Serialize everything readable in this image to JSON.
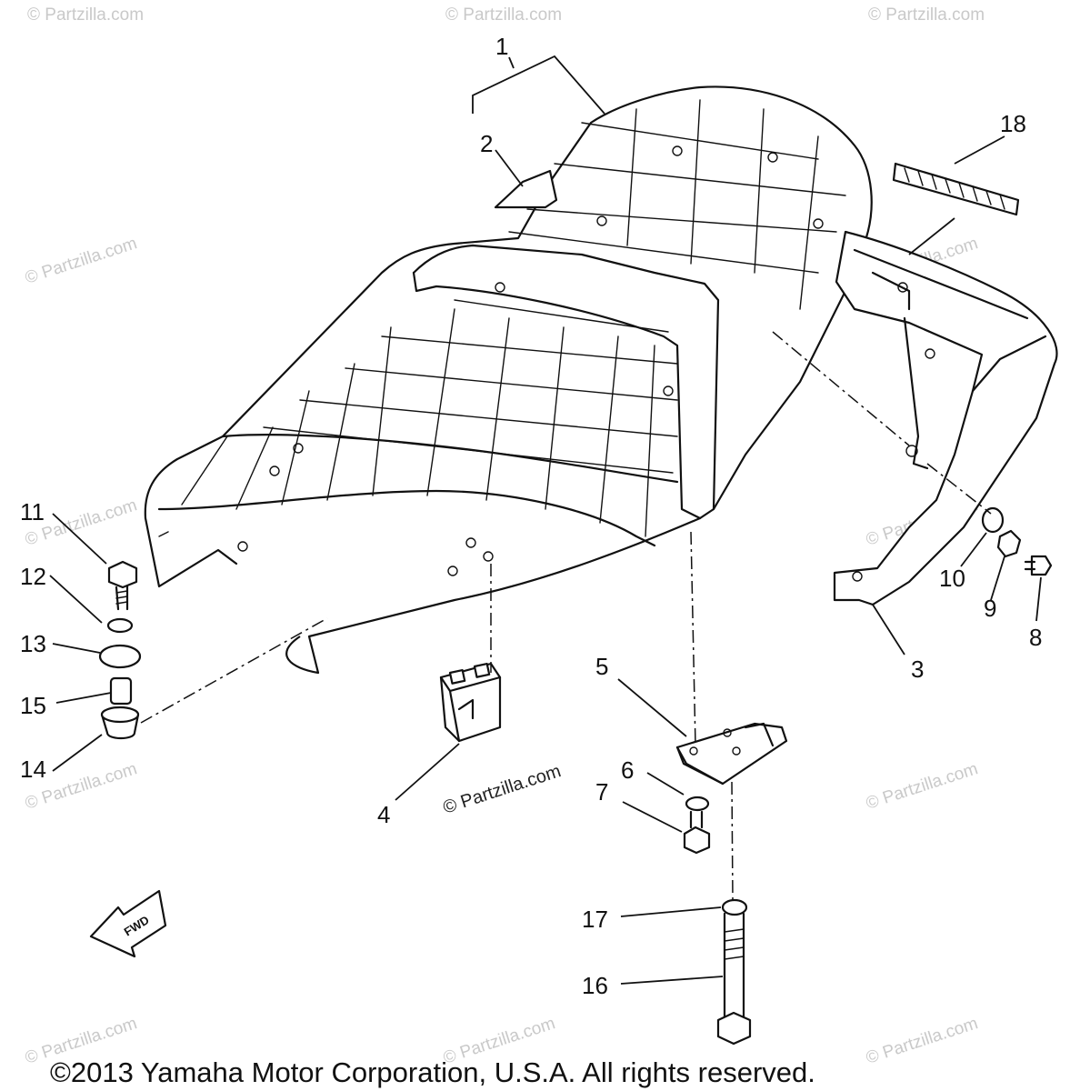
{
  "diagram": {
    "callouts": [
      {
        "id": "c1",
        "label": "1"
      },
      {
        "id": "c2",
        "label": "2"
      },
      {
        "id": "c3",
        "label": "3"
      },
      {
        "id": "c4",
        "label": "4"
      },
      {
        "id": "c5",
        "label": "5"
      },
      {
        "id": "c6",
        "label": "6"
      },
      {
        "id": "c7",
        "label": "7"
      },
      {
        "id": "c8",
        "label": "8"
      },
      {
        "id": "c9",
        "label": "9"
      },
      {
        "id": "c10",
        "label": "10"
      },
      {
        "id": "c11",
        "label": "11"
      },
      {
        "id": "c12",
        "label": "12"
      },
      {
        "id": "c13",
        "label": "13"
      },
      {
        "id": "c14",
        "label": "14"
      },
      {
        "id": "c15",
        "label": "15"
      },
      {
        "id": "c16",
        "label": "16"
      },
      {
        "id": "c17",
        "label": "17"
      },
      {
        "id": "c18",
        "label": "18"
      }
    ],
    "fwd_arrow_label": "FWD",
    "watermark_text": "© Partzilla.com",
    "stamp_text": "© Partzilla.com",
    "copyright": "©2013  Yamaha Motor Corporation, U.S.A. All rights reserved."
  }
}
